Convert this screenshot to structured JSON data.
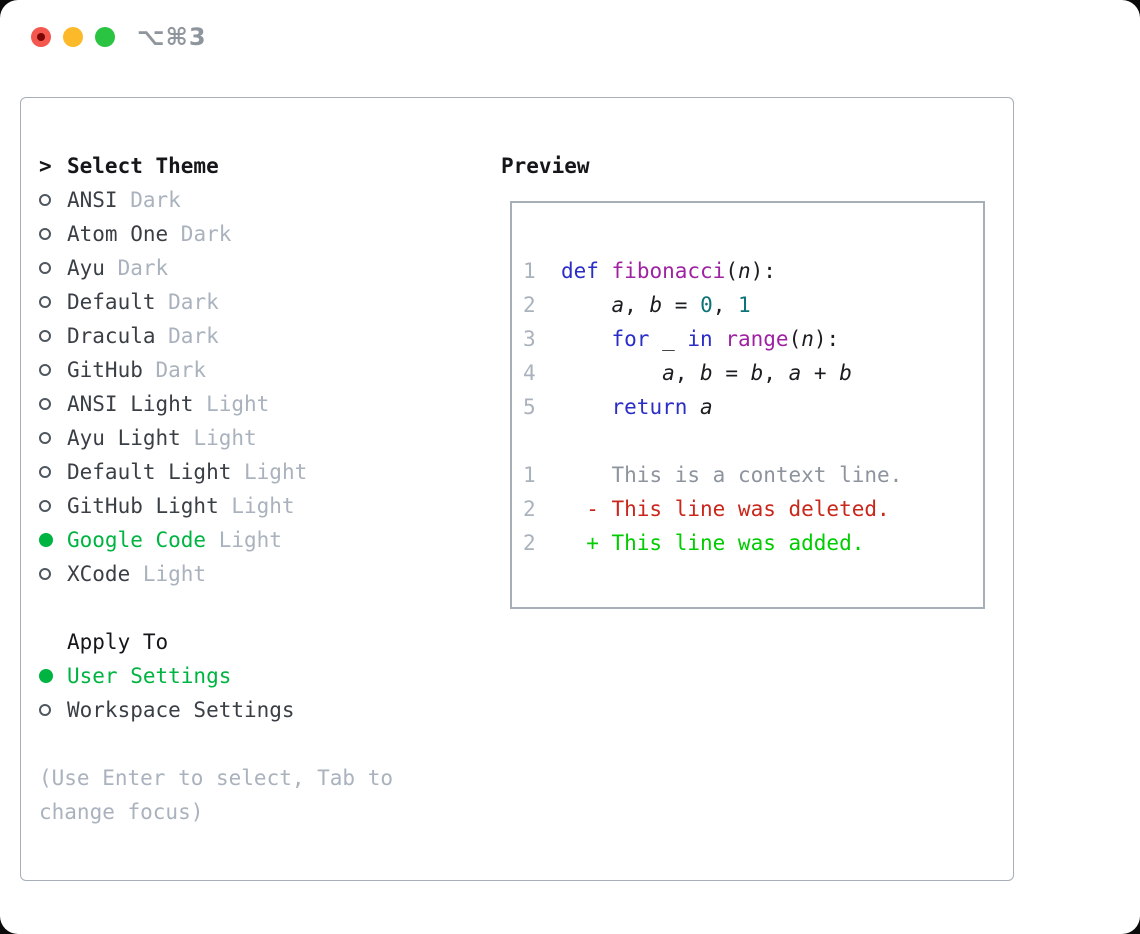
{
  "colors": {
    "tl_red": "#f4574e",
    "tl_red_dot": "#7b0605",
    "tl_yellow": "#fcba2b",
    "tl_green": "#2bc442",
    "title_gray": "#8f959c",
    "border_gray": "#a6aeb8",
    "header_black": "#141619",
    "text_dark": "#3a3f45",
    "muted_gray": "#a9b2bd",
    "circle_gray": "#51575f",
    "accent_green": "#00b441",
    "kwd": "#2a2dc6",
    "typ": "#9f22a2",
    "lit": "#0c7377",
    "pln": "#1b1d20",
    "linenum": "#a9b2bd",
    "ctx": "#8d949e",
    "del": "#c9271b",
    "add": "#00cc00"
  },
  "titlebar": {
    "title": "⌥⌘3"
  },
  "theme_panel": {
    "header_pointer": ">",
    "header": "Select Theme",
    "themes": [
      {
        "name": "ANSI",
        "variant": "Dark",
        "selected": false
      },
      {
        "name": "Atom One",
        "variant": "Dark",
        "selected": false
      },
      {
        "name": "Ayu",
        "variant": "Dark",
        "selected": false
      },
      {
        "name": "Default",
        "variant": "Dark",
        "selected": false
      },
      {
        "name": "Dracula",
        "variant": "Dark",
        "selected": false
      },
      {
        "name": "GitHub",
        "variant": "Dark",
        "selected": false
      },
      {
        "name": "ANSI Light",
        "variant": "Light",
        "selected": false
      },
      {
        "name": "Ayu Light",
        "variant": "Light",
        "selected": false
      },
      {
        "name": "Default Light",
        "variant": "Light",
        "selected": false
      },
      {
        "name": "GitHub Light",
        "variant": "Light",
        "selected": false
      },
      {
        "name": "Google Code",
        "variant": "Light",
        "selected": true
      },
      {
        "name": "XCode",
        "variant": "Light",
        "selected": false
      }
    ],
    "apply_to": {
      "header": "Apply To",
      "options": [
        {
          "name": "User Settings",
          "selected": true
        },
        {
          "name": "Workspace Settings",
          "selected": false
        }
      ]
    },
    "help_lines": [
      "(Use Enter to select, Tab to",
      "change focus)"
    ]
  },
  "preview": {
    "header": "Preview",
    "code_lines": [
      {
        "num": "1",
        "tokens": [
          {
            "t": "def",
            "c": "kwd"
          },
          {
            "t": " ",
            "c": "pln"
          },
          {
            "t": "fibonacci",
            "c": "typ"
          },
          {
            "t": "(",
            "c": "pln"
          },
          {
            "t": "n",
            "c": "var"
          },
          {
            "t": "):",
            "c": "pln"
          }
        ]
      },
      {
        "num": "2",
        "tokens": [
          {
            "t": "    ",
            "c": "pln"
          },
          {
            "t": "a",
            "c": "var"
          },
          {
            "t": ", ",
            "c": "pln"
          },
          {
            "t": "b",
            "c": "var"
          },
          {
            "t": " = ",
            "c": "pln"
          },
          {
            "t": "0",
            "c": "lit"
          },
          {
            "t": ", ",
            "c": "pln"
          },
          {
            "t": "1",
            "c": "lit"
          }
        ]
      },
      {
        "num": "3",
        "tokens": [
          {
            "t": "    ",
            "c": "pln"
          },
          {
            "t": "for",
            "c": "kwd"
          },
          {
            "t": " _ ",
            "c": "pln"
          },
          {
            "t": "in",
            "c": "kwd"
          },
          {
            "t": " ",
            "c": "pln"
          },
          {
            "t": "range",
            "c": "typ"
          },
          {
            "t": "(",
            "c": "pln"
          },
          {
            "t": "n",
            "c": "var"
          },
          {
            "t": "):",
            "c": "pln"
          }
        ]
      },
      {
        "num": "4",
        "tokens": [
          {
            "t": "        ",
            "c": "pln"
          },
          {
            "t": "a",
            "c": "var"
          },
          {
            "t": ", ",
            "c": "pln"
          },
          {
            "t": "b",
            "c": "var"
          },
          {
            "t": " = ",
            "c": "pln"
          },
          {
            "t": "b",
            "c": "var"
          },
          {
            "t": ", ",
            "c": "pln"
          },
          {
            "t": "a",
            "c": "var"
          },
          {
            "t": " + ",
            "c": "pln"
          },
          {
            "t": "b",
            "c": "var"
          }
        ]
      },
      {
        "num": "5",
        "tokens": [
          {
            "t": "    ",
            "c": "pln"
          },
          {
            "t": "return",
            "c": "kwd"
          },
          {
            "t": " ",
            "c": "pln"
          },
          {
            "t": "a",
            "c": "var"
          }
        ]
      },
      {
        "num": "",
        "tokens": []
      }
    ],
    "diff_lines": [
      {
        "num": "1",
        "sign": "",
        "text": "This is a context line.",
        "kind": "context"
      },
      {
        "num": "2",
        "sign": "-",
        "text": "This line was deleted.",
        "kind": "deleted"
      },
      {
        "num": "2",
        "sign": "+",
        "text": "This line was added.",
        "kind": "added"
      }
    ]
  }
}
